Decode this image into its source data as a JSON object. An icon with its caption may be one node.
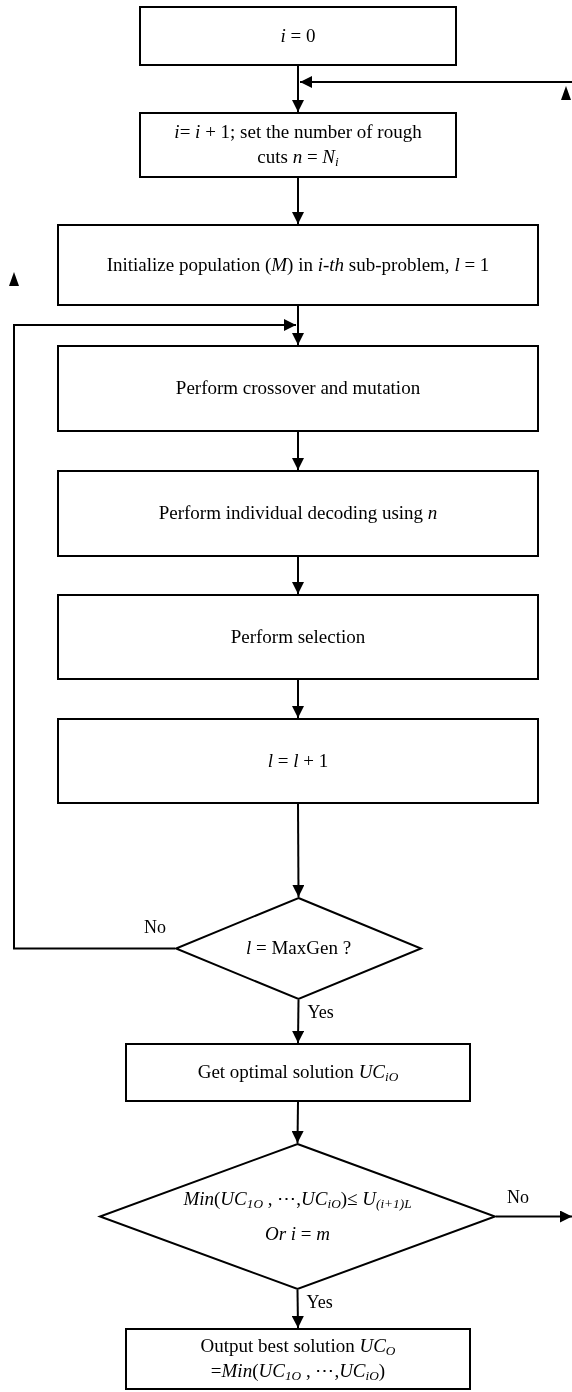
{
  "diagram": {
    "nodes": [
      {
        "text": [
          "*i* = 0"
        ]
      },
      {
        "text": [
          "*i*= *i* + 1;  set the number of rough cuts *n* = *N*$_{i}$"
        ]
      },
      {
        "text": [
          "Initialize population (*M*) in *i-th* sub-problem, *l* = 1"
        ]
      },
      {
        "text": [
          "Perform crossover and mutation"
        ]
      },
      {
        "text": [
          "Perform individual decoding using *n*"
        ]
      },
      {
        "text": [
          "Perform selection"
        ]
      },
      {
        "text": [
          "*l* = *l* + 1"
        ]
      },
      {
        "text": [
          "*l* = MaxGen ?"
        ]
      },
      {
        "text": [
          "Get optimal solution  *UC*$_{iO}$"
        ]
      },
      {
        "text": [
          "*Min*(*UC*$_{1O}$ , ⋯,*UC*$_{iO}$)≤ *U*$_{(i+1)L}$",
          "*Or*  *i* = *m*"
        ]
      },
      {
        "text": [
          "Output best solution *UC*$_{O}$ =*Min*(*UC*$_{1O}$ , ⋯,*UC*$_{iO}$)"
        ]
      }
    ],
    "edges": [
      {
        "from": 0,
        "to": 1,
        "arrow": "to"
      },
      {
        "from": null,
        "to": 1,
        "arrow": "to"
      },
      {
        "from": 1,
        "to": 2,
        "arrow": "to"
      },
      {
        "from": 2,
        "to": 3,
        "arrow": "to"
      },
      {
        "from": 3,
        "to": 4,
        "arrow": "to"
      },
      {
        "from": 4,
        "to": 5,
        "arrow": "to"
      },
      {
        "from": 5,
        "to": 6,
        "arrow": "to"
      },
      {
        "from": 6,
        "to": 7,
        "arrow": "to"
      },
      {
        "from": 7,
        "to": 3,
        "arrow": "to",
        "label": "No"
      },
      {
        "from": 7,
        "to": 8,
        "arrow": "to",
        "label": "Yes"
      },
      {
        "from": 8,
        "to": 9,
        "arrow": "to"
      },
      {
        "from": 9,
        "to": null,
        "arrow": "to",
        "label": "No"
      },
      {
        "from": 9,
        "to": 10,
        "arrow": "to",
        "label": "Yes"
      }
    ]
  }
}
